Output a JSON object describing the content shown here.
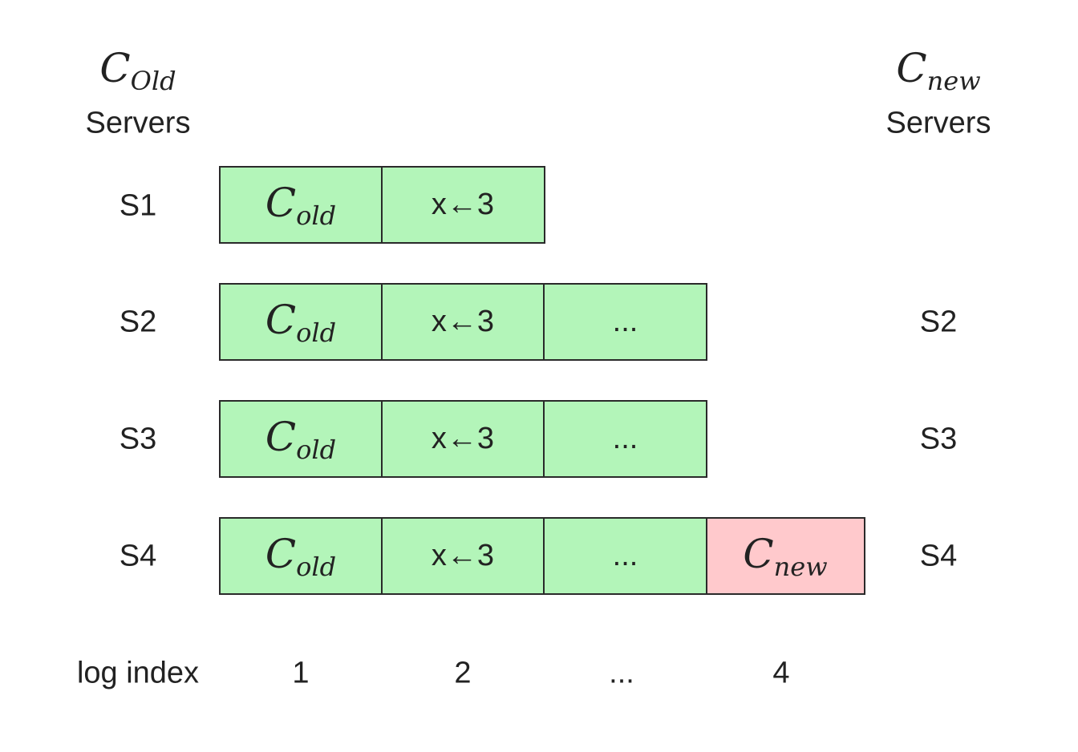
{
  "headers": {
    "old": {
      "base": "C",
      "sub": "Old",
      "label": "Servers"
    },
    "new": {
      "base": "C",
      "sub": "new",
      "label": "Servers"
    }
  },
  "servers": [
    {
      "name": "S1",
      "new_label": "",
      "entries": [
        {
          "type": "config",
          "base": "C",
          "sub": "old",
          "color": "#b3f5b9"
        },
        {
          "type": "text",
          "text": "x←3",
          "color": "#b3f5b9"
        }
      ]
    },
    {
      "name": "S2",
      "new_label": "S2",
      "entries": [
        {
          "type": "config",
          "base": "C",
          "sub": "old",
          "color": "#b3f5b9"
        },
        {
          "type": "text",
          "text": "x←3",
          "color": "#b3f5b9"
        },
        {
          "type": "text",
          "text": "...",
          "color": "#b3f5b9"
        }
      ]
    },
    {
      "name": "S3",
      "new_label": "S3",
      "entries": [
        {
          "type": "config",
          "base": "C",
          "sub": "old",
          "color": "#b3f5b9"
        },
        {
          "type": "text",
          "text": "x←3",
          "color": "#b3f5b9"
        },
        {
          "type": "text",
          "text": "...",
          "color": "#b3f5b9"
        }
      ]
    },
    {
      "name": "S4",
      "new_label": "S4",
      "entries": [
        {
          "type": "config",
          "base": "C",
          "sub": "old",
          "color": "#b3f5b9"
        },
        {
          "type": "text",
          "text": "x←3",
          "color": "#b3f5b9"
        },
        {
          "type": "text",
          "text": "...",
          "color": "#b3f5b9"
        },
        {
          "type": "config",
          "base": "C",
          "sub": "new",
          "color": "#ffc9cc"
        }
      ]
    }
  ],
  "log_index": {
    "label": "log index",
    "values": [
      "1",
      "2",
      "...",
      "4"
    ]
  }
}
